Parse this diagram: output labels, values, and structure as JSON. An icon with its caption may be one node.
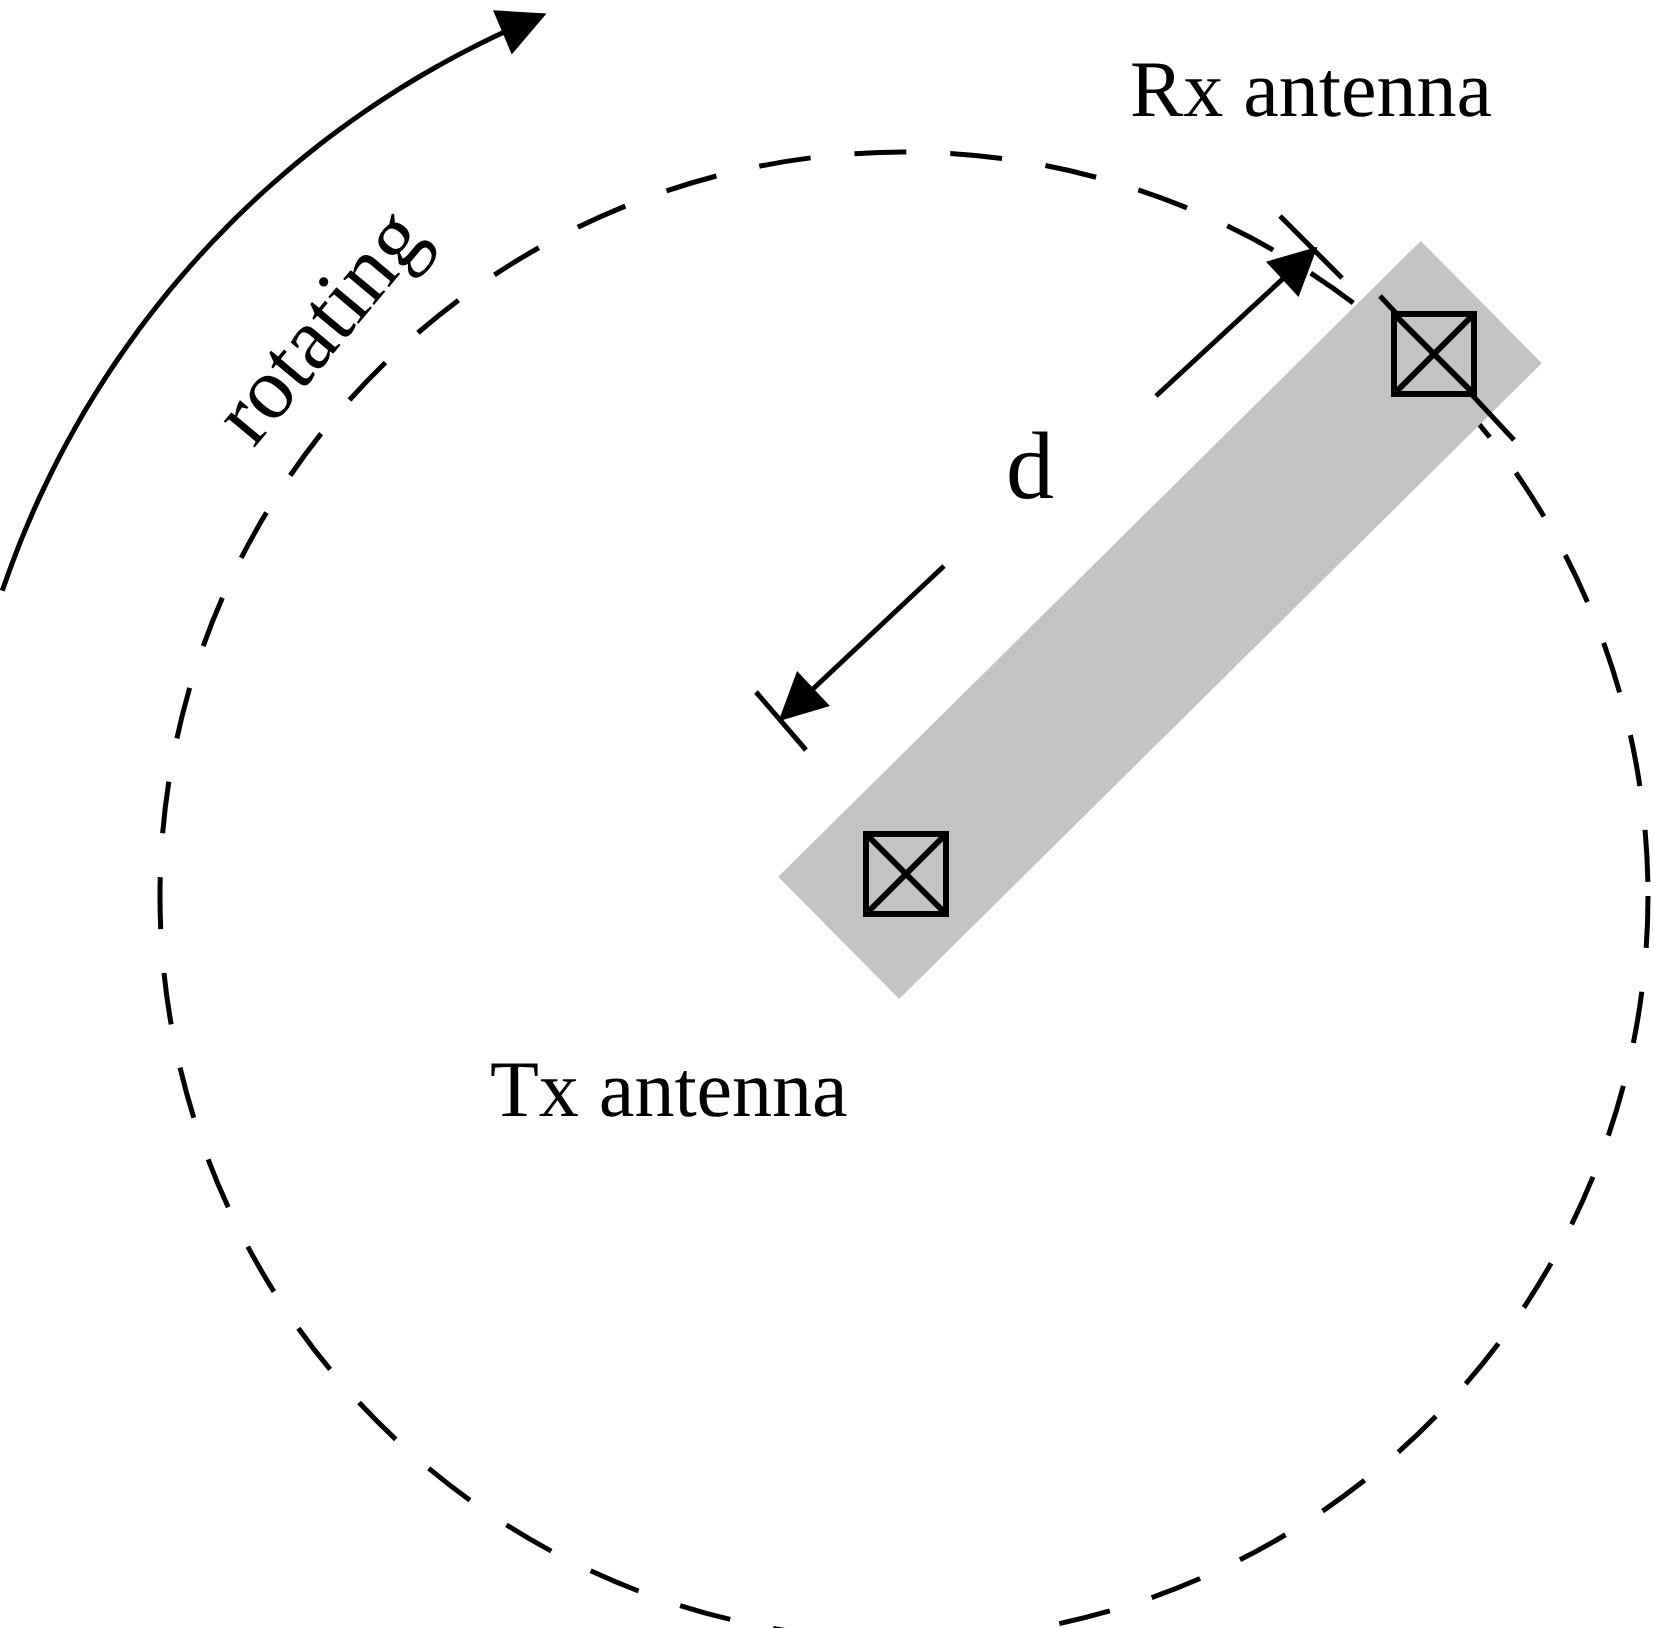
{
  "diagram": {
    "labels": [
      "Rx antenna",
      "rotating",
      "d",
      "Tx antenna"
    ]
  }
}
